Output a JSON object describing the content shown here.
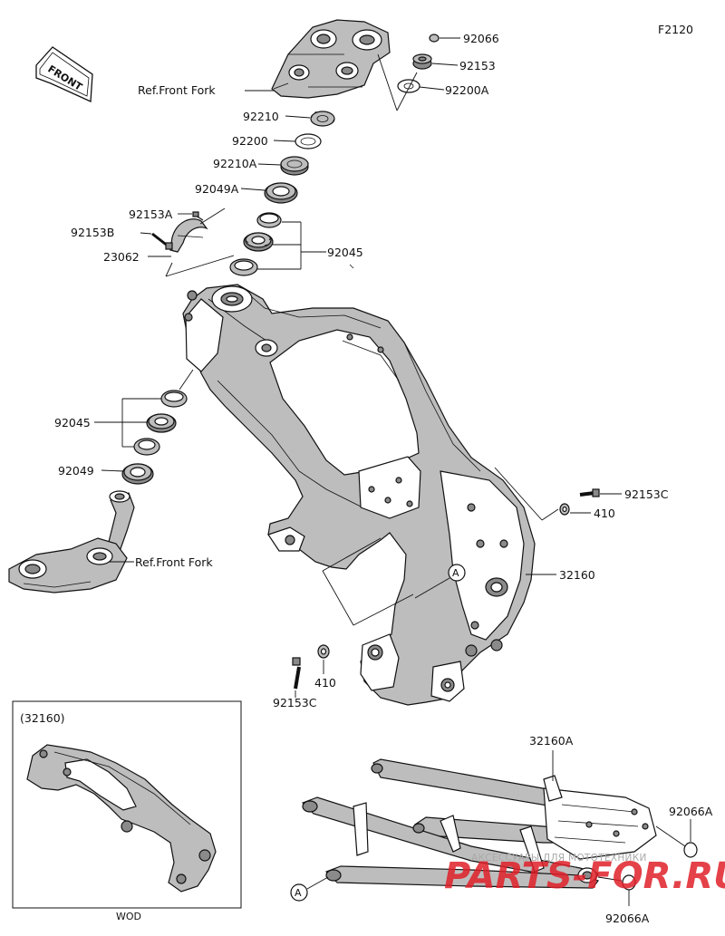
{
  "figure_id": "F2120",
  "front_badge": "FRONT",
  "parts": {
    "p92066": "92066",
    "p92153": "92153",
    "p92200A": "92200A",
    "p92210": "92210",
    "p92200": "92200",
    "p92210A": "92210A",
    "p92049A": "92049A",
    "p92153A": "92153A",
    "p92153B": "92153B",
    "p23062": "23062",
    "p92045_top": "92045",
    "p92045_left": "92045",
    "p92049": "92049",
    "p92153C_right": "92153C",
    "p410_right": "410",
    "p32160": "32160",
    "p410_bottom": "410",
    "p92153C_bottom": "92153C",
    "p32160A": "32160A",
    "p92066A_right": "92066A",
    "p92066A_bottom": "92066A"
  },
  "refs": {
    "front_fork_upper": "Ref.Front Fork",
    "front_fork_lower": "Ref.Front Fork"
  },
  "callout_a": "A",
  "inset": {
    "title": "(32160)",
    "caption": "WOD"
  },
  "watermark": {
    "text": "АКСЕССУАРЫ ДЛЯ МОТОТЕХНИКИ",
    "logo": "PARTS-FOR.RU"
  }
}
